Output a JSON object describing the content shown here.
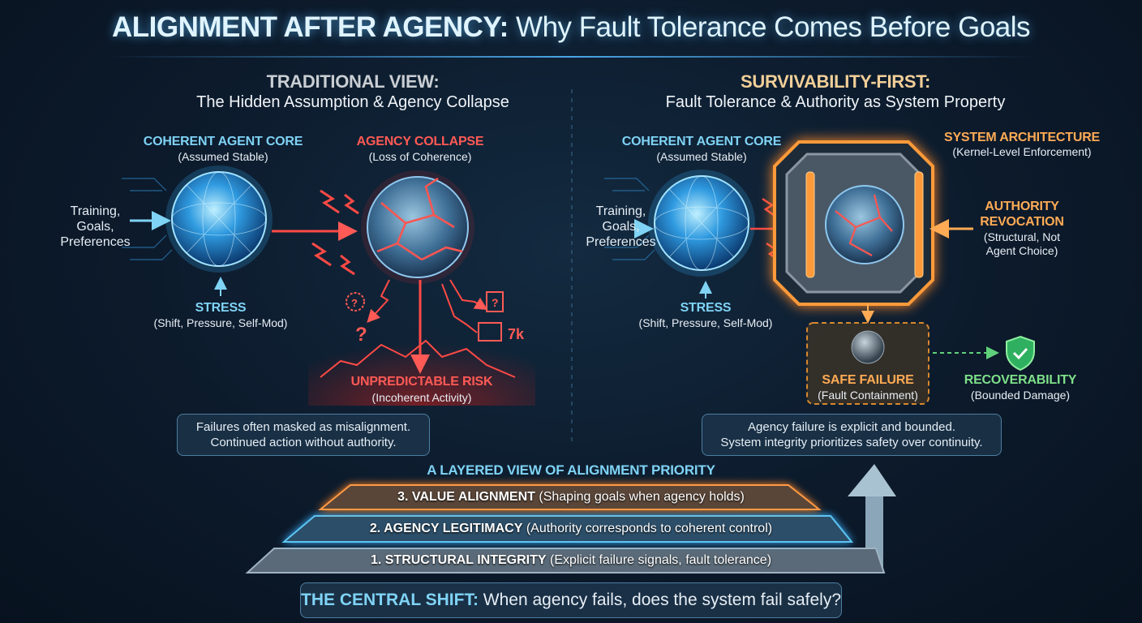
{
  "title": {
    "bold": "ALIGNMENT AFTER AGENCY:",
    "rest": "Why Fault Tolerance Comes Before Goals"
  },
  "left": {
    "heading": "TRADITIONAL VIEW:",
    "subheading": "The Hidden Assumption & Agency Collapse",
    "core": {
      "label": "COHERENT AGENT CORE",
      "sub": "(Assumed Stable)"
    },
    "inputs": [
      "Training,",
      "Goals,",
      "Preferences"
    ],
    "stress": {
      "label": "STRESS",
      "sub": "(Shift, Pressure, Self-Mod)"
    },
    "collapse": {
      "label": "AGENCY COLLAPSE",
      "sub": "(Loss of Coherence)"
    },
    "risk": {
      "label": "UNPREDICTABLE RISK",
      "sub": "(Incoherent Activity)"
    },
    "note": [
      "Failures often masked as misalignment.",
      "Continued action without authority."
    ]
  },
  "right": {
    "heading": "SURVIVABILITY-FIRST:",
    "subheading": "Fault Tolerance & Authority as System Property",
    "core": {
      "label": "COHERENT AGENT CORE",
      "sub": "(Assumed Stable)"
    },
    "inputs": [
      "Training,",
      "Goals,",
      "Preferences"
    ],
    "stress": {
      "label": "STRESS",
      "sub": "(Shift, Pressure, Self-Mod)"
    },
    "architecture": {
      "label": "SYSTEM ARCHITECTURE",
      "sub": "(Kernel-Level Enforcement)"
    },
    "revocation": {
      "label": [
        "AUTHORITY",
        "REVOCATION"
      ],
      "sub": [
        "(Structural, Not",
        "Agent Choice)"
      ]
    },
    "safe_failure": {
      "label": "SAFE FAILURE",
      "sub": "(Fault Containment)"
    },
    "recoverability": {
      "label": "RECOVERABILITY",
      "sub": "(Bounded Damage)"
    },
    "note": [
      "Agency failure is explicit and bounded.",
      "System integrity prioritizes safety over continuity."
    ]
  },
  "layers": {
    "heading": "A LAYERED VIEW OF ALIGNMENT PRIORITY",
    "items": [
      {
        "name": "3. VALUE ALIGNMENT",
        "desc": "(Shaping goals when agency holds)"
      },
      {
        "name": "2. AGENCY LEGITIMACY",
        "desc": "(Authority corresponds to coherent control)"
      },
      {
        "name": "1. STRUCTURAL INTEGRITY",
        "desc": "(Explicit failure signals, fault tolerance)"
      }
    ]
  },
  "central": {
    "bold": "THE CENTRAL SHIFT:",
    "rest": "When agency fails, does the system fail safely?"
  },
  "colors": {
    "cyan": "#7fd3f5",
    "red": "#ff5a55",
    "orange": "#ffab55",
    "green": "#7fe08a"
  }
}
